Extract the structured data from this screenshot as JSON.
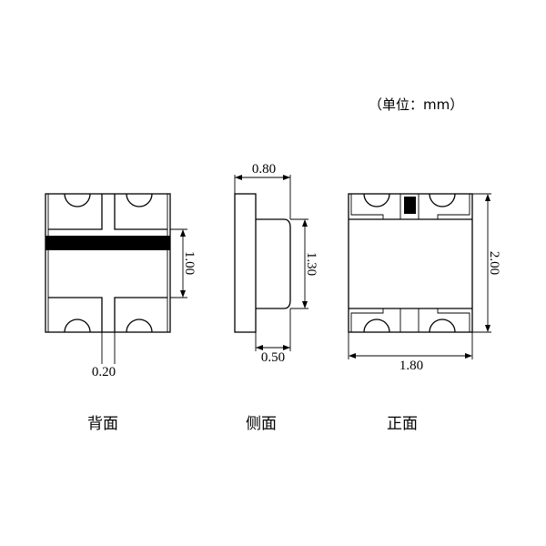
{
  "unit_label": "（单位：mm）",
  "views": {
    "back": {
      "caption": "背面",
      "dim_height": "1.00",
      "dim_gap": "0.20"
    },
    "side": {
      "caption": "侧面",
      "dim_width": "0.80",
      "dim_height": "1.30",
      "dim_lens": "0.50"
    },
    "front": {
      "caption": "正面",
      "dim_height": "2.00",
      "dim_width": "1.80"
    }
  },
  "colors": {
    "line": "#000000",
    "background": "#ffffff"
  }
}
